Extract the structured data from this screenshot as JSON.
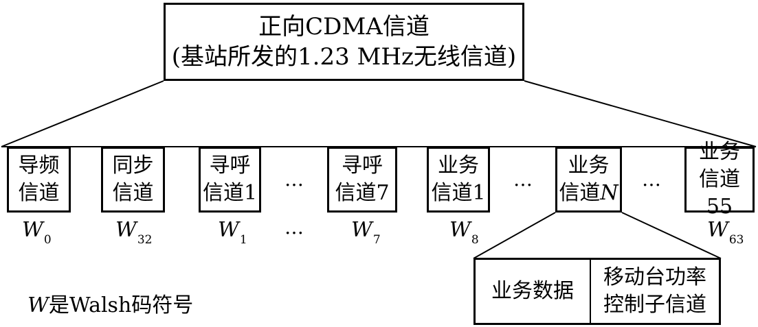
{
  "top_box": {
    "line1": "正向CDMA信道",
    "line2": "(基站所发的1.23 MHz无线信道)"
  },
  "channels": [
    {
      "label": "导频\n信道",
      "walsh_var": "W",
      "walsh_sub": "0"
    },
    {
      "label": "同步\n信道",
      "walsh_var": "W",
      "walsh_sub": "32"
    },
    {
      "label": "寻呼\n信道1",
      "walsh_var": "W",
      "walsh_sub": "1"
    },
    {
      "label": "寻呼\n信道7",
      "walsh_var": "W",
      "walsh_sub": "7"
    },
    {
      "label": "业务\n信道1",
      "walsh_var": "W",
      "walsh_sub": "8"
    },
    {
      "label": "业务\n信道",
      "label_var": "N"
    },
    {
      "label": "业务\n信道55",
      "walsh_var": "W",
      "walsh_sub": "63"
    }
  ],
  "ellipsis": "…",
  "sub_channel": {
    "left": "业务数据",
    "right": "移动台功率\n控制子信道"
  },
  "footnote": {
    "var": "W",
    "text": "是Walsh码符号"
  }
}
